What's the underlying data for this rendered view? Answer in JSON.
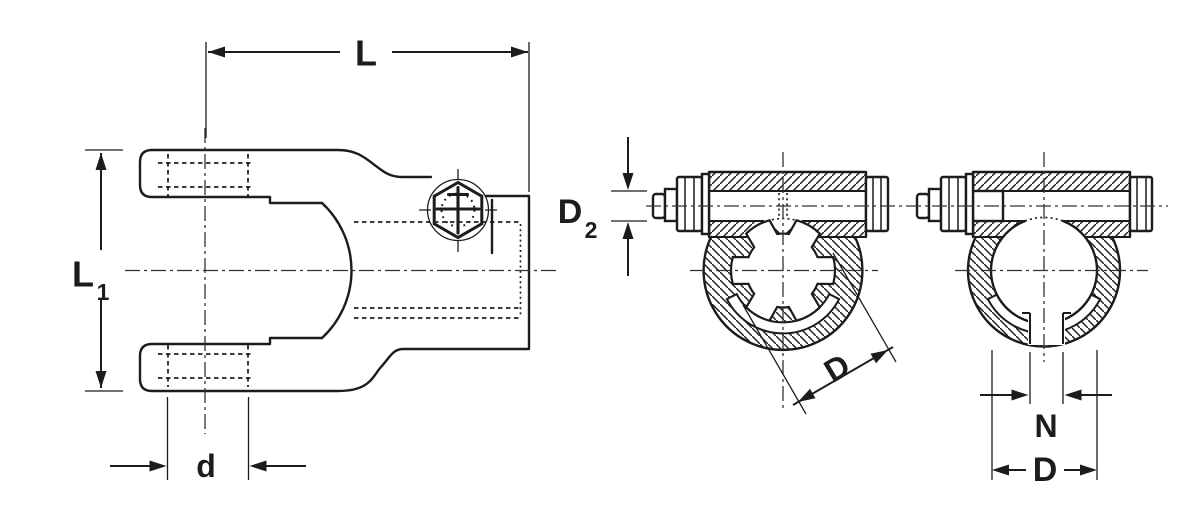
{
  "labels": {
    "overall_length": "L",
    "fork_span_main": "L",
    "fork_span_sub": "1",
    "bearing_hole_diameter": "d",
    "clamp_bolt_dia_main": "D",
    "clamp_bolt_dia_sub": "2",
    "spline_bore_diameter": "D",
    "slot_width": "N",
    "round_bore_diameter": "D"
  },
  "colors": {
    "ink": "#1c1c1c",
    "paper": "#ffffff"
  }
}
